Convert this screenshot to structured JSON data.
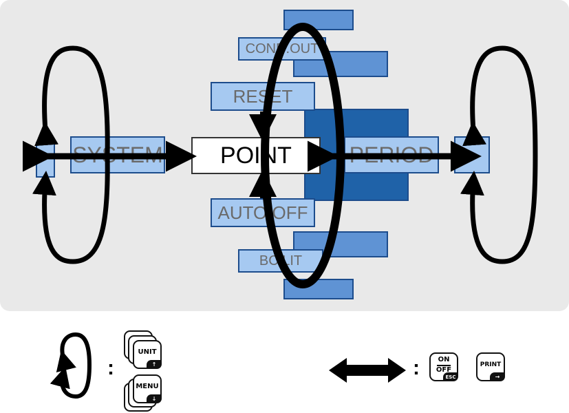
{
  "diagram": {
    "center": "POINT",
    "left": "SYSTEM",
    "right": "PERIOD",
    "up_items": [
      "RESET",
      "COND.OUT"
    ],
    "down_items": [
      "AUTO.OFF",
      "BC.LIT"
    ]
  },
  "legend": {
    "cycle_separator": ":",
    "arrow_separator": ":",
    "keys": {
      "unit": "UNIT",
      "menu": "MENU",
      "on": "ON",
      "off": "OFF",
      "esc": "ESC",
      "print": "PRINT"
    }
  },
  "colors": {
    "panel": "#e9e9e9",
    "light_box": "#a6c9f1",
    "mid_box": "#5f93d4",
    "dark_box": "#1f62a8",
    "arrow": "#000000"
  }
}
